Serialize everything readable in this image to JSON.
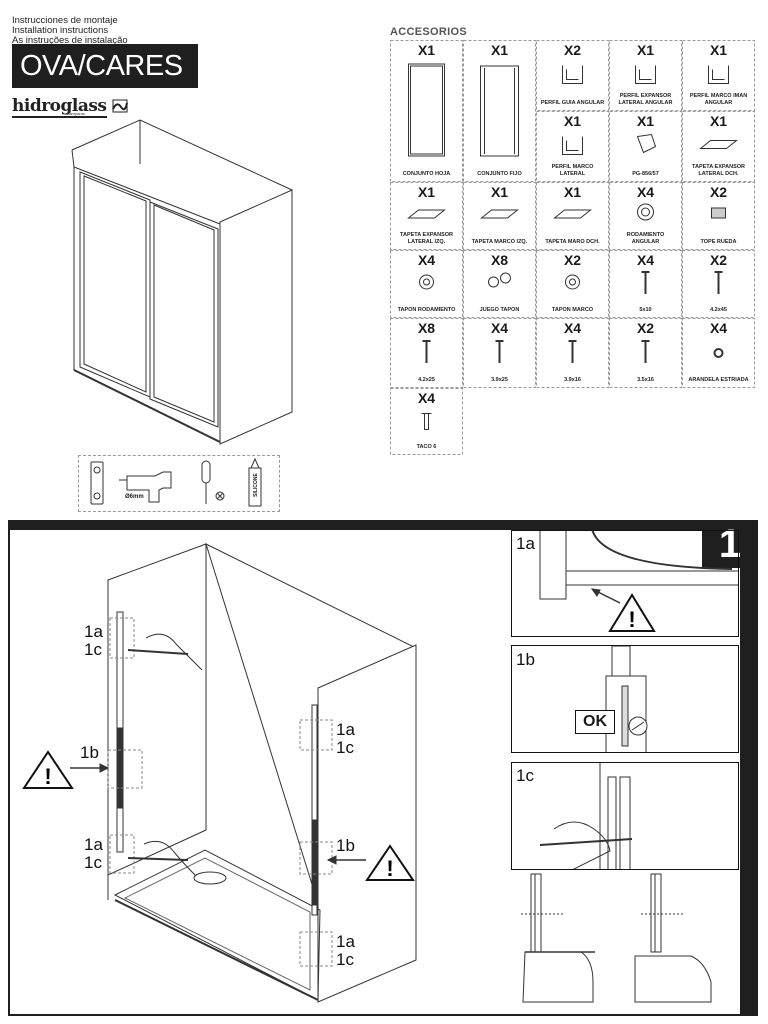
{
  "header": {
    "lines": [
      "Instrucciones de montaje",
      "Installation instructions",
      "As instruções de instalação"
    ],
    "product": "OVA/CARES",
    "brand": "hidroglass",
    "brand_tag": "mamparas"
  },
  "accessories": {
    "title": "ACCESORIOS",
    "items": [
      {
        "qty": "X1",
        "label": "CONJUNTO HOJA",
        "icon": "door-panel-icon"
      },
      {
        "qty": "X1",
        "label": "CONJUNTO FIJO",
        "icon": "fixed-panel-icon"
      },
      {
        "qty": "X2",
        "label": "PERFIL GUIA ANGULAR",
        "icon": "guide-profile-icon"
      },
      {
        "qty": "X1",
        "label": "PERFIL EXPANSOR LATERAL ANGULAR",
        "icon": "expander-profile-icon"
      },
      {
        "qty": "X1",
        "label": "PERFIL MARCO IMAN ANGULAR",
        "icon": "magnet-profile-icon"
      },
      {
        "qty": "X1",
        "label": "PERFIL MARCO LATERAL",
        "icon": "side-frame-profile-icon"
      },
      {
        "qty": "X1",
        "label": "PG-856/57",
        "icon": "handle-piece-icon"
      },
      {
        "qty": "X1",
        "label": "TAPETA EXPANSOR LATERAL DCH.",
        "icon": "cap-right-icon"
      },
      {
        "qty": "X1",
        "label": "TAPETA EXPANSOR LATERAL IZQ.",
        "icon": "cap-left-icon"
      },
      {
        "qty": "X1",
        "label": "TAPETA MARCO IZQ.",
        "icon": "frame-cap-left-icon"
      },
      {
        "qty": "X1",
        "label": "TAPETA MARO DCH.",
        "icon": "frame-cap-right-icon"
      },
      {
        "qty": "X4",
        "label": "RODAMIENTO ANGULAR",
        "icon": "bearing-icon"
      },
      {
        "qty": "X2",
        "label": "TOPE RUEDA",
        "icon": "wheel-stop-icon"
      },
      {
        "qty": "X4",
        "label": "TAPON RODAMIENTO",
        "icon": "bearing-plug-icon"
      },
      {
        "qty": "X8",
        "label": "JUEGO TAPON",
        "icon": "plug-set-icon"
      },
      {
        "qty": "X2",
        "label": "TAPON MARCO",
        "icon": "frame-plug-icon"
      },
      {
        "qty": "X4",
        "label": "5x10",
        "icon": "screw-5x10-icon"
      },
      {
        "qty": "X2",
        "label": "4.2x45",
        "icon": "screw-4-2x45-icon"
      },
      {
        "qty": "X8",
        "label": "4.2x25",
        "icon": "screw-4-2x25-icon"
      },
      {
        "qty": "X4",
        "label": "3.9x25",
        "icon": "screw-3-9x25-icon"
      },
      {
        "qty": "X4",
        "label": "3.9x16",
        "icon": "screw-3-9x16-icon"
      },
      {
        "qty": "X2",
        "label": "3.5x16",
        "icon": "screw-3-5x16-icon"
      },
      {
        "qty": "X4",
        "label": "ARANDELA ESTRIADA",
        "icon": "washer-icon"
      },
      {
        "qty": "X4",
        "label": "TACO 6",
        "icon": "wall-plug-icon"
      }
    ]
  },
  "tools": {
    "drill_label": "Ø6mm",
    "silicone_label": "SILICONE"
  },
  "step": {
    "number": "1",
    "callouts": [
      "1a",
      "1c",
      "1b",
      "1a",
      "1c",
      "1a",
      "1c",
      "1b",
      "1a",
      "1c"
    ],
    "panels": [
      "1a",
      "1b",
      "1c"
    ],
    "ok": "OK"
  },
  "colors": {
    "dark": "#1f1f1f",
    "line": "#333333",
    "dash": "#9a9a9a"
  }
}
